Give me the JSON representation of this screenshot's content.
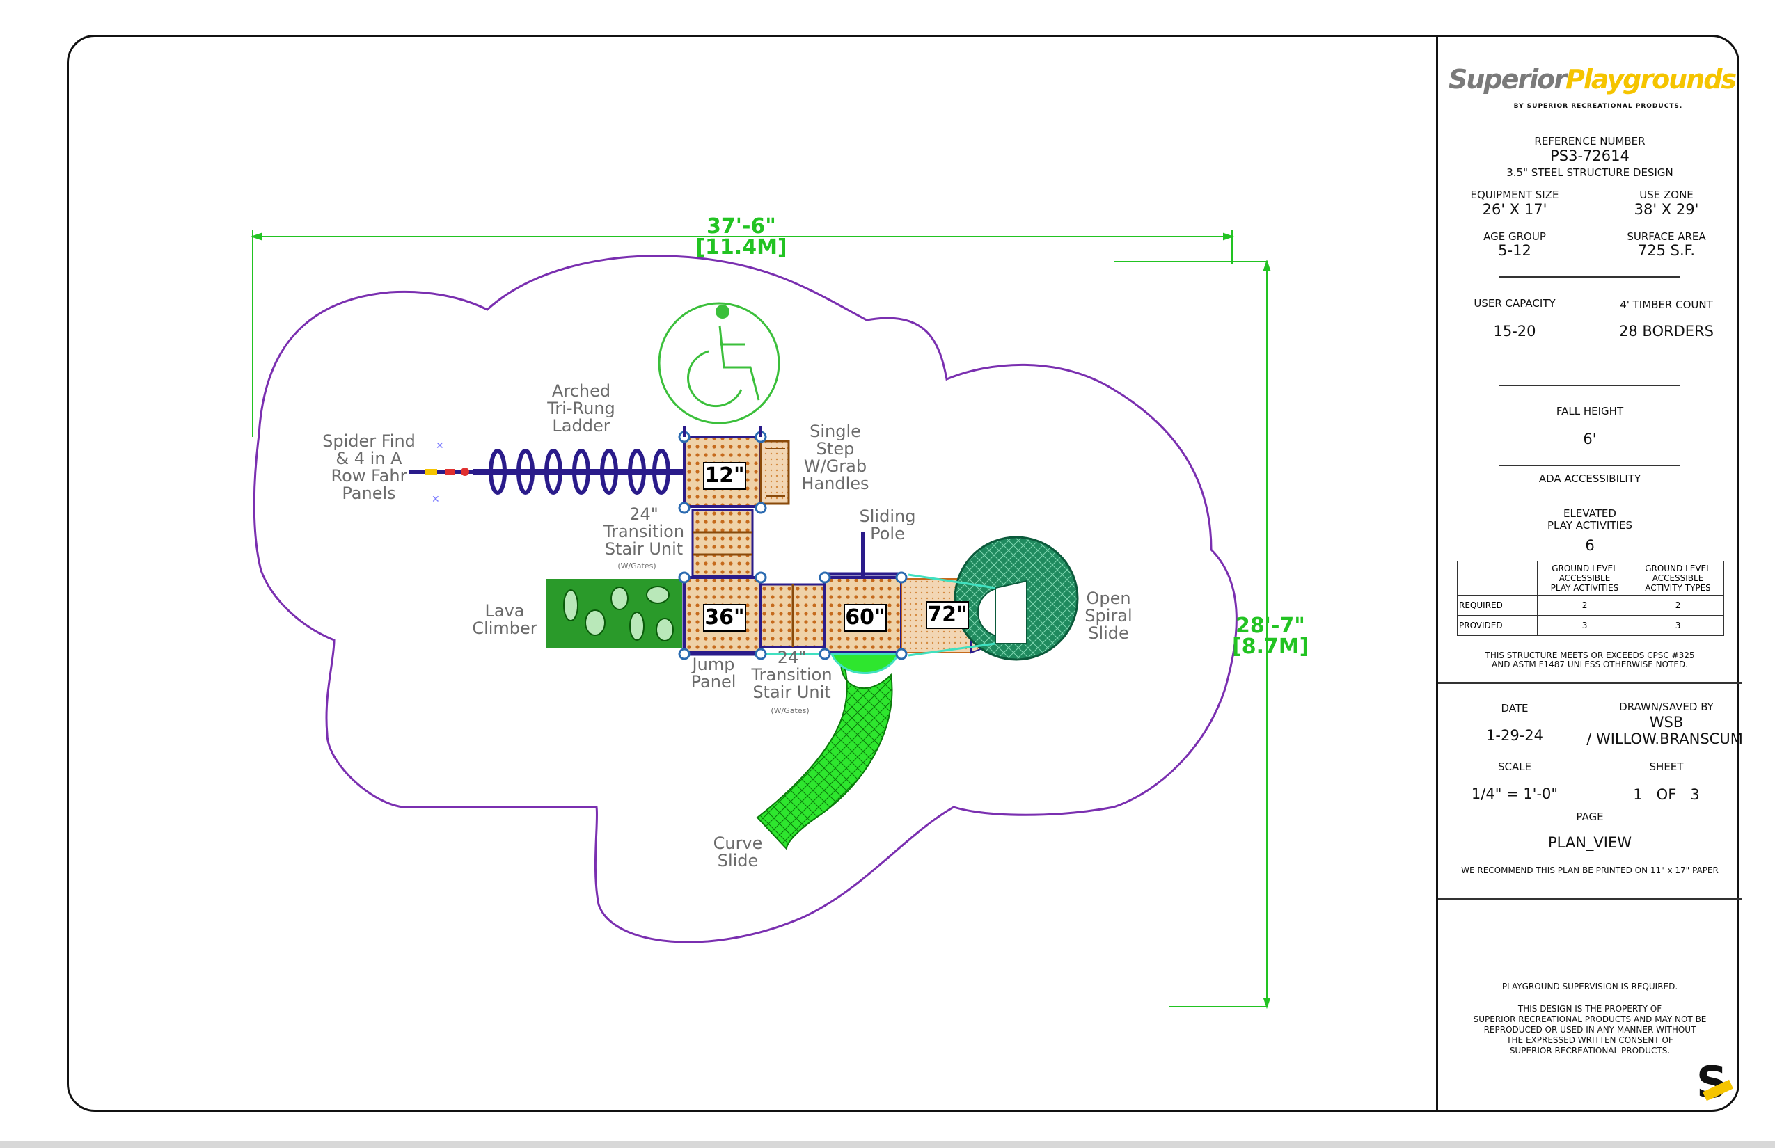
{
  "colors": {
    "border_outline": "#7a2fb0",
    "dimension": "#22c322",
    "deck_fill": "#e8c9a0",
    "post": "#2a1b8a",
    "slide_green": "#22dd22",
    "spiral_green": "#1a7a55",
    "climber_green": "#2a9a2a",
    "ramp_fill": "#f2d6b4",
    "ada_circle": "#3bbf3b"
  },
  "dimensions": {
    "width_ft": "37'-6\"",
    "width_m": "[11.4M]",
    "depth_ft": "28'-7\"",
    "depth_m": "[8.7M]"
  },
  "decks": {
    "d12": "12\"",
    "d36": "36\"",
    "d60": "60\"",
    "d72": "72\""
  },
  "labels": {
    "spider": "Spider Find\n& 4 in A\nRow Fahr\nPanels",
    "arched": "Arched\nTri-Rung\nLadder",
    "single_step": "Single\nStep\nW/Grab\nHandles",
    "transition_top": "24\"\nTransition\nStair Unit",
    "transition_top_gates": "(W/Gates)",
    "sliding_pole": "Sliding\nPole",
    "lava": "Lava\nClimber",
    "open_spiral": "Open\nSpiral\nSlide",
    "jump_panel": "Jump\nPanel",
    "transition_bottom": "24\"\nTransition\nStair Unit",
    "transition_bottom_gates": "(W/Gates)",
    "curve_slide": "Curve\nSlide"
  },
  "title_block": {
    "logo_part1": "Superior",
    "logo_part2": "Playgrounds",
    "tagline": "BY SUPERIOR RECREATIONAL PRODUCTS.",
    "reference_label": "REFERENCE NUMBER",
    "reference_number": "PS3-72614",
    "design": "3.5\" STEEL STRUCTURE DESIGN",
    "equipment_size_label": "EQUIPMENT SIZE",
    "equipment_size": "26' X 17'",
    "use_zone_label": "USE ZONE",
    "use_zone": "38' X 29'",
    "age_group_label": "AGE GROUP",
    "age_group": "5-12",
    "surface_area_label": "SURFACE AREA",
    "surface_area": "725 S.F.",
    "user_capacity_label": "USER CAPACITY",
    "user_capacity": "15-20",
    "timber_label": "4' TIMBER COUNT",
    "timber": "28 BORDERS",
    "fall_height_label": "FALL HEIGHT",
    "fall_height": "6'",
    "ada_label": "ADA ACCESSIBILITY",
    "elevated_label": "ELEVATED\nPLAY ACTIVITIES",
    "elevated": "6",
    "table_head1": "GROUND LEVEL\nACCESSIBLE\nPLAY ACTIVITIES",
    "table_head2": "GROUND LEVEL\nACCESSIBLE\nACTIVITY TYPES",
    "row1_label": "REQUIRED",
    "row1_v1": "2",
    "row1_v2": "2",
    "row2_label": "PROVIDED",
    "row2_v1": "3",
    "row2_v2": "3",
    "cpsc_note": "THIS STRUCTURE MEETS OR EXCEEDS CPSC #325\nAND ASTM F1487 UNLESS OTHERWISE NOTED.",
    "date_label": "DATE",
    "date": "1-29-24",
    "drawn_label": "DRAWN/SAVED BY",
    "drawn_initials": "WSB",
    "drawn_name": "/ WILLOW.BRANSCUM",
    "scale_label": "SCALE",
    "scale": "1/4\" = 1'-0\"",
    "sheet_label": "SHEET",
    "sheet": "1   OF   3",
    "page_label": "PAGE",
    "page": "PLAN_VIEW",
    "print_note": "WE RECOMMEND THIS PLAN BE PRINTED ON 11\" x 17\" PAPER",
    "supervision": "PLAYGROUND SUPERVISION IS REQUIRED.",
    "property_note": "THIS DESIGN IS THE PROPERTY OF\nSUPERIOR RECREATIONAL PRODUCTS AND MAY NOT BE\nREPRODUCED OR USED IN ANY MANNER WITHOUT\nTHE EXPRESSED WRITTEN CONSENT OF\nSUPERIOR RECREATIONAL PRODUCTS.",
    "s_mark": "S"
  }
}
